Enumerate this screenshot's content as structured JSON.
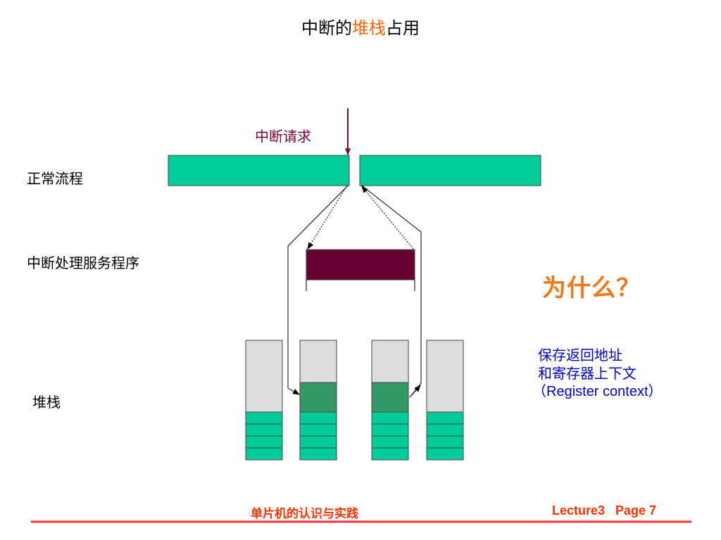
{
  "title": {
    "prefix": "中断的",
    "highlight": "堆栈",
    "suffix": "占用"
  },
  "labels": {
    "interrupt_request": "中断请求",
    "normal_flow": "正常流程",
    "isr": "中断处理服务程序",
    "stack": "堆栈"
  },
  "question": "为什么？",
  "note": {
    "line1": "保存返回地址",
    "line2": "和寄存器上下文",
    "line3": "（Register context）"
  },
  "footer": {
    "center": "单片机的认识与实践",
    "right": "Lecture3   Page 7"
  },
  "colors": {
    "normal_flow": "#00cc99",
    "isr": "#660033",
    "stack_empty": "#dddddd",
    "stack_pushed": "#339966",
    "stack_base": "#00cc99",
    "footer_line": "#ff3333",
    "arrow_irq": "#800040"
  },
  "icons": [
    "arrow-down-icon",
    "solid-arrow-icon",
    "dotted-arrow-icon"
  ]
}
